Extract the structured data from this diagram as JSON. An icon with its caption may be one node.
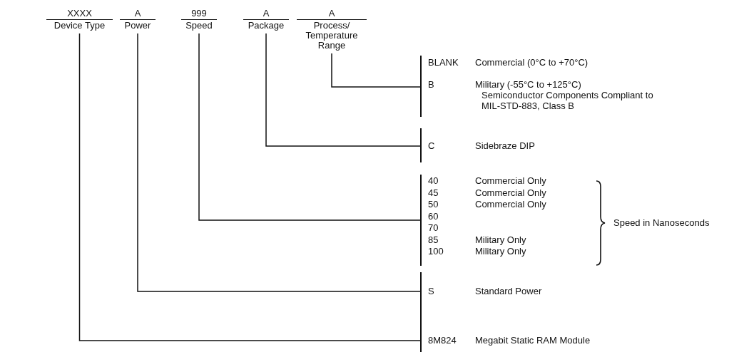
{
  "diagram": {
    "nodes": [
      {
        "text": [
          "XXXX",
          "Device Type"
        ]
      },
      {
        "text": [
          "A",
          "Power"
        ]
      },
      {
        "text": [
          "999",
          "Speed"
        ]
      },
      {
        "text": [
          "A",
          "Package"
        ]
      },
      {
        "text": [
          "A",
          "Process/ Temperature Range"
        ]
      },
      {
        "text": [
          "BLANK",
          "Commercial (0°C to +70°C)",
          "B",
          "Military (-55°C to +125°C)",
          "Semiconductor Components Compliant to MIL-STD-883, Class B"
        ]
      },
      {
        "text": [
          "C",
          "Sidebraze DIP"
        ]
      },
      {
        "text": [
          "40",
          "Commercial Only",
          "45",
          "Commercial Only",
          "50",
          "Commercial Only",
          "60",
          "70",
          "85",
          "Military Only",
          "100",
          "Military Only"
        ]
      },
      {
        "text": [
          "S",
          "Standard Power"
        ]
      },
      {
        "text": [
          "8M824",
          "Megabit Static RAM Module"
        ]
      }
    ],
    "edges": [
      {
        "from": 4,
        "to": 5,
        "arrow": "none"
      },
      {
        "from": 3,
        "to": 6,
        "arrow": "none"
      },
      {
        "from": 2,
        "to": 7,
        "arrow": "none"
      },
      {
        "from": 1,
        "to": 8,
        "arrow": "none"
      },
      {
        "from": 0,
        "to": 9,
        "arrow": "none"
      }
    ],
    "labels": [
      "Speed in Nanoseconds"
    ]
  }
}
